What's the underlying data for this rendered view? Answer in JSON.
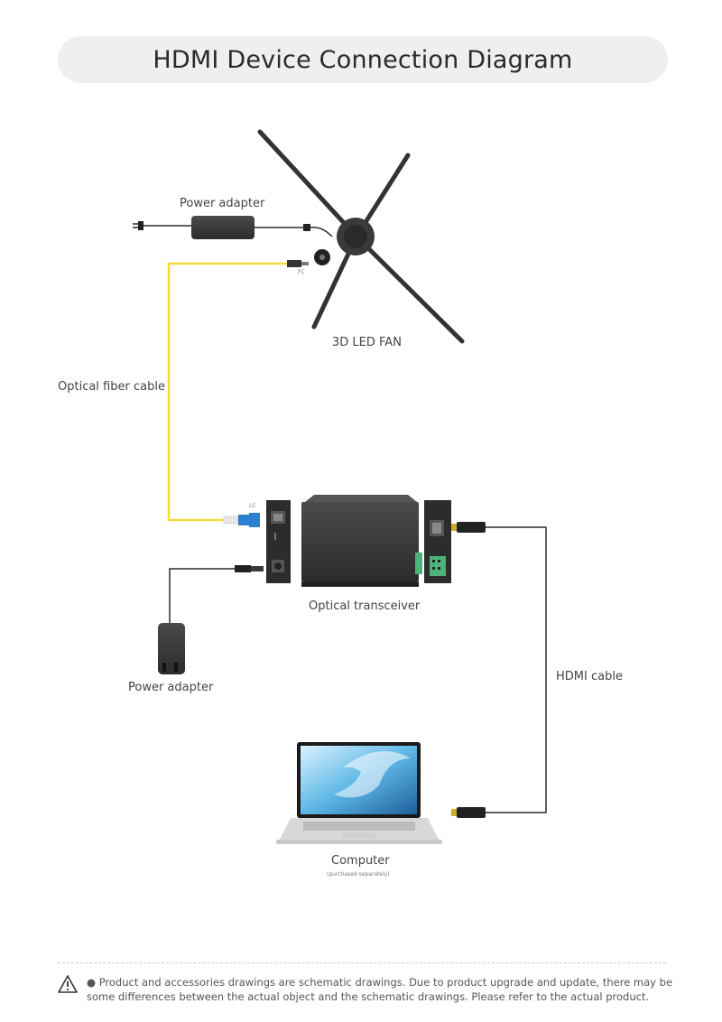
{
  "title": "HDMI Device Connection Diagram",
  "labels": {
    "power_adapter_top": "Power adapter",
    "fan": "3D LED FAN",
    "fiber": "Optical fiber cable",
    "transceiver": "Optical transceiver",
    "power_adapter_bottom": "Power adapter",
    "hdmi": "HDMI cable",
    "computer": "Computer",
    "computer_note": "(purchased separately)",
    "fc": "FC",
    "lc": "LC"
  },
  "footer": {
    "note": "● Product and accessories drawings are schematic drawings. Due to product upgrade and update, there may be some differences between the actual object and the schematic drawings. Please refer to the actual product."
  },
  "colors": {
    "fiber": "#f2dc3a",
    "device": "#3a3a3a",
    "cable": "#2b2b2b",
    "connector_blue": "#2f7fd1",
    "terminal_green": "#4db37a"
  },
  "icons": [
    "warning-icon",
    "power-plug-icon",
    "laptop-icon"
  ]
}
